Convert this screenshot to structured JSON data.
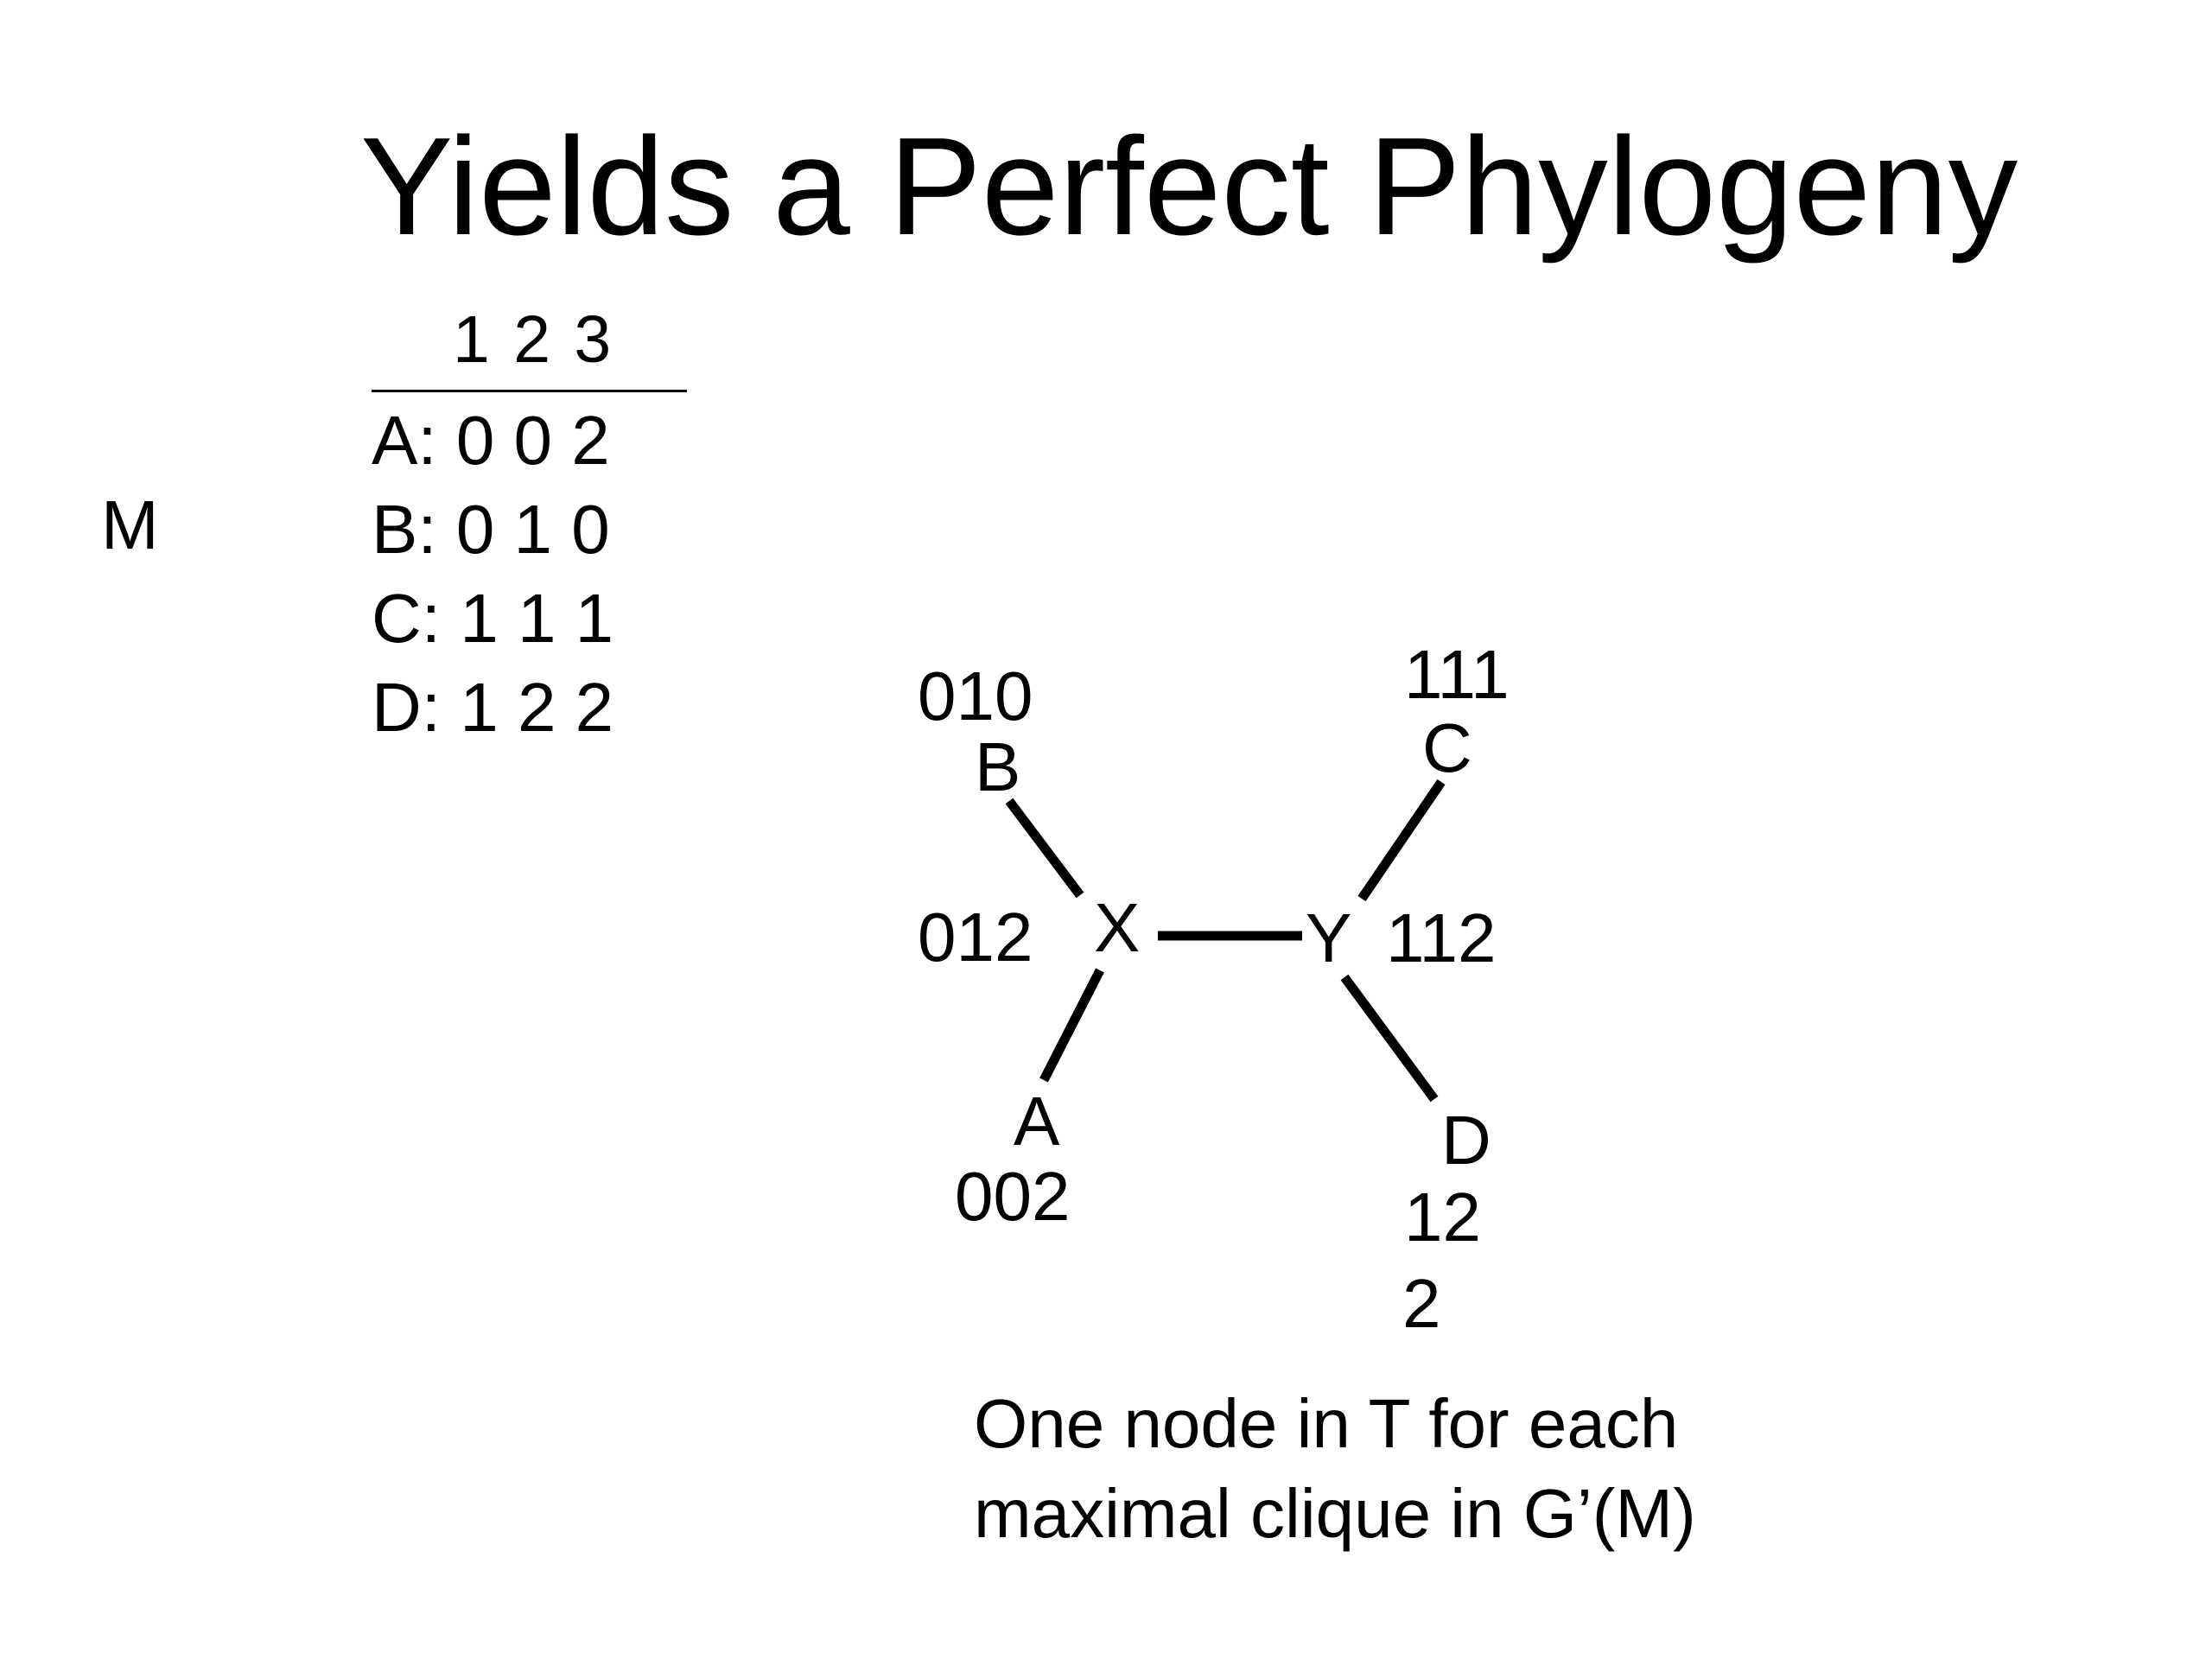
{
  "title": "Yields a Perfect Phylogeny",
  "matrix": {
    "label": "M",
    "column_header": "1 2 3",
    "rows": [
      {
        "name": "A",
        "text": "A: 0 0 2"
      },
      {
        "name": "B",
        "text": "B: 0 1 0"
      },
      {
        "name": "C",
        "text": "C: 1 1 1"
      },
      {
        "name": "D",
        "text": "D: 1 2 2"
      }
    ]
  },
  "tree": {
    "leaves": [
      {
        "label": "B",
        "vector": "010"
      },
      {
        "label": "A",
        "vector": "002"
      },
      {
        "label": "C",
        "vector": "111"
      },
      {
        "label": "D",
        "vector_line1": "12",
        "vector_line2": "2"
      }
    ],
    "internal_nodes": [
      {
        "label": "X",
        "vector": "012"
      },
      {
        "label": "Y",
        "vector": "112"
      }
    ],
    "edges": [
      [
        "X",
        "B"
      ],
      [
        "X",
        "A"
      ],
      [
        "X",
        "Y"
      ],
      [
        "Y",
        "C"
      ],
      [
        "Y",
        "D"
      ]
    ]
  },
  "caption": {
    "line1": "One node in T for each",
    "line2": "maximal clique in G’(M)"
  }
}
